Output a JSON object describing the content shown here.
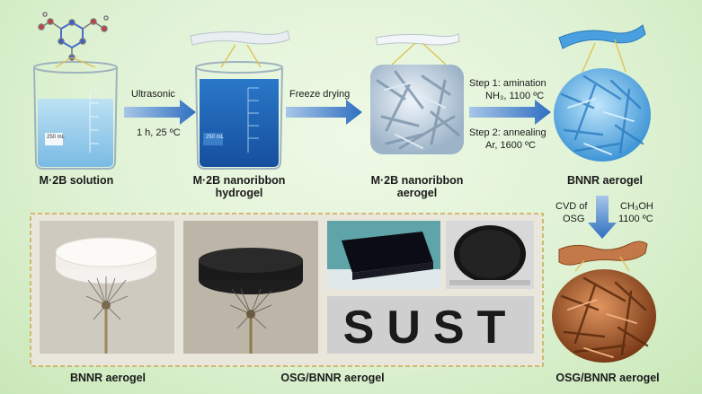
{
  "labels": {
    "m2b_solution": "M·2B solution",
    "hydrogel_line1": "M·2B nanoribbon",
    "hydrogel_line2": "hydrogel",
    "aerogel_line1": "M·2B nanoribbon",
    "aerogel_line2": "aerogel",
    "bnnr_aerogel": "BNNR aerogel",
    "photo_bnnr": "BNNR aerogel",
    "photo_osg": "OSG/BNNR aerogel",
    "osg_bnnr_aerogel": "OSG/BNNR aerogel"
  },
  "steps": {
    "ultrasonic": "Ultrasonic",
    "ultrasonic_cond": "1 h, 25 ºC",
    "freeze": "Freeze drying",
    "step1": "Step 1: amination",
    "step1_cond": "NH₃, 1100 ºC",
    "step2": "Step 2: annealing",
    "step2_cond": "Ar, 1600 ºC",
    "cvd_line1": "CVD of",
    "cvd_line2": "OSG",
    "cvd_gas": "CH₃OH",
    "cvd_temp": "1100 ºC"
  },
  "photo_text": "SUST",
  "beaker_labels": {
    "solution": "250 mL",
    "hydrogel": "250 mL"
  },
  "colors": {
    "arrow": "#3a78c8",
    "solution": "#8ec8ec",
    "hydrogel": "#1e5fb0",
    "ribbon_blue": "#5aa8e0",
    "ribbon_brown": "#b0663a",
    "photo_frame": "#c9a94d"
  }
}
